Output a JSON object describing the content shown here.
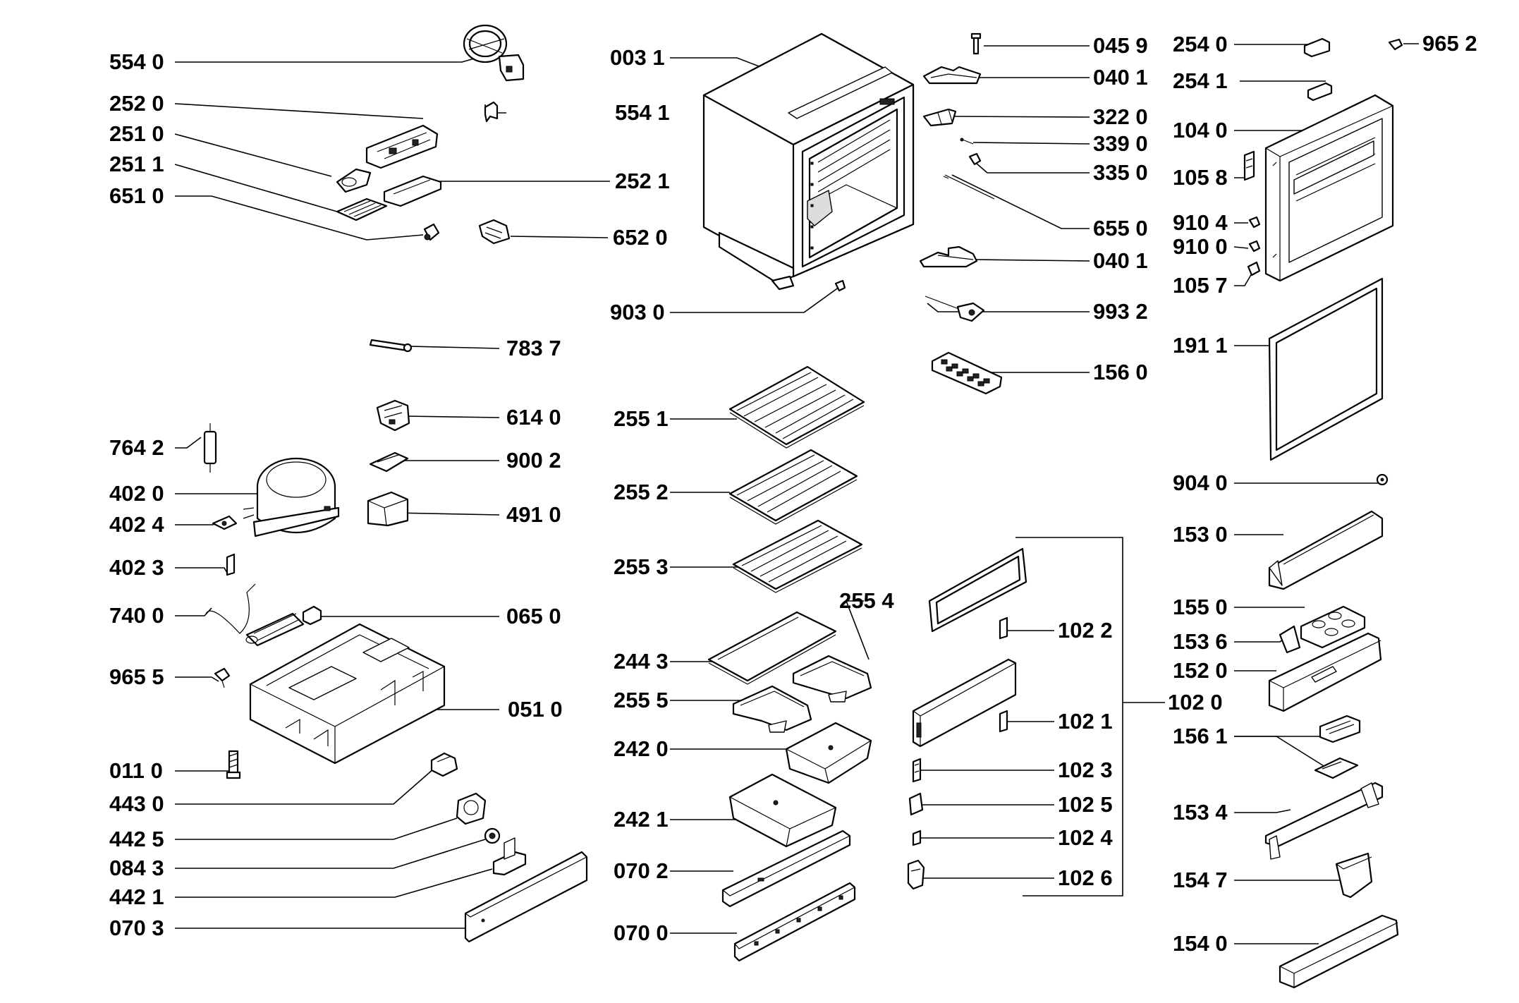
{
  "labels": {
    "l5540": "554 0",
    "l2520": "252 0",
    "l2510": "251 0",
    "l2511": "251 1",
    "l6510": "651 0",
    "l5541": "554 1",
    "l2521": "252 1",
    "l6520": "652 0",
    "l0031": "003 1",
    "l9030": "903 0",
    "l0459": "045 9",
    "l0401a": "040 1",
    "l3220": "322 0",
    "l3390": "339 0",
    "l3350": "335 0",
    "l6550": "655 0",
    "l0401b": "040 1",
    "l9932": "993 2",
    "l1560": "156 0",
    "l2540": "254 0",
    "l9652": "965 2",
    "l2541": "254 1",
    "l1040": "104 0",
    "l1058": "105 8",
    "l9104": "910 4",
    "l9100": "910 0",
    "l1057": "105 7",
    "l1911": "191 1",
    "l7837": "783 7",
    "l6140": "614 0",
    "l9002": "900 2",
    "l4910": "491 0",
    "l7642": "764 2",
    "l4020": "402 0",
    "l4024": "402 4",
    "l4023": "402 3",
    "l7400": "740 0",
    "l0650": "065 0",
    "l9655": "965 5",
    "l0510": "051 0",
    "l0110": "011 0",
    "l4430": "443 0",
    "l4425": "442 5",
    "l0843": "084 3",
    "l4421": "442 1",
    "l0703": "070 3",
    "l2551": "255 1",
    "l2552": "255 2",
    "l2553": "255 3",
    "l2554": "255 4",
    "l2443": "244 3",
    "l2555": "255 5",
    "l2420": "242 0",
    "l2421": "242 1",
    "l0702": "070 2",
    "l0700": "070 0",
    "l1022": "102 2",
    "l1021": "102 1",
    "l1023": "102 3",
    "l1025": "102 5",
    "l1024": "102 4",
    "l1026": "102 6",
    "l1020": "102 0",
    "l9040": "904 0",
    "l1530": "153 0",
    "l1550": "155 0",
    "l1536": "153 6",
    "l1520": "152 0",
    "l1561": "156 1",
    "l1534": "153 4",
    "l1547": "154 7",
    "l1540": "154 0"
  }
}
